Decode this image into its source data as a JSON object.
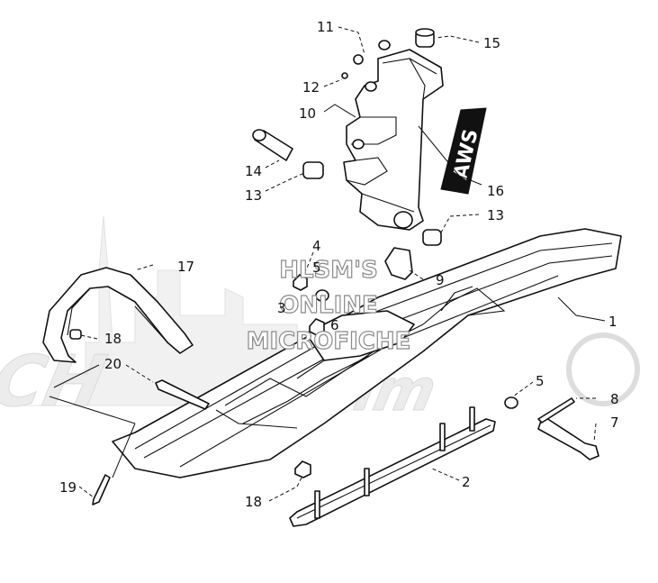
{
  "watermark": {
    "lines": [
      "HLSM'S",
      "ONLINE",
      "MICROFICHE"
    ]
  },
  "callouts": [
    {
      "id": "c1",
      "label": "1"
    },
    {
      "id": "c2",
      "label": "2"
    },
    {
      "id": "c3",
      "label": "3"
    },
    {
      "id": "c4",
      "label": "4"
    },
    {
      "id": "c5a",
      "label": "5"
    },
    {
      "id": "c5b",
      "label": "5"
    },
    {
      "id": "c6",
      "label": "6"
    },
    {
      "id": "c7",
      "label": "7"
    },
    {
      "id": "c8",
      "label": "8"
    },
    {
      "id": "c9",
      "label": "9"
    },
    {
      "id": "c10",
      "label": "10"
    },
    {
      "id": "c11",
      "label": "11"
    },
    {
      "id": "c12",
      "label": "12"
    },
    {
      "id": "c13a",
      "label": "13"
    },
    {
      "id": "c13b",
      "label": "13"
    },
    {
      "id": "c14",
      "label": "14"
    },
    {
      "id": "c15",
      "label": "15"
    },
    {
      "id": "c16",
      "label": "16"
    },
    {
      "id": "c17",
      "label": "17"
    },
    {
      "id": "c18a",
      "label": "18"
    },
    {
      "id": "c18b",
      "label": "18"
    },
    {
      "id": "c19",
      "label": "19"
    },
    {
      "id": "c20",
      "label": "20"
    }
  ],
  "spindle_decal_text": "AWS"
}
